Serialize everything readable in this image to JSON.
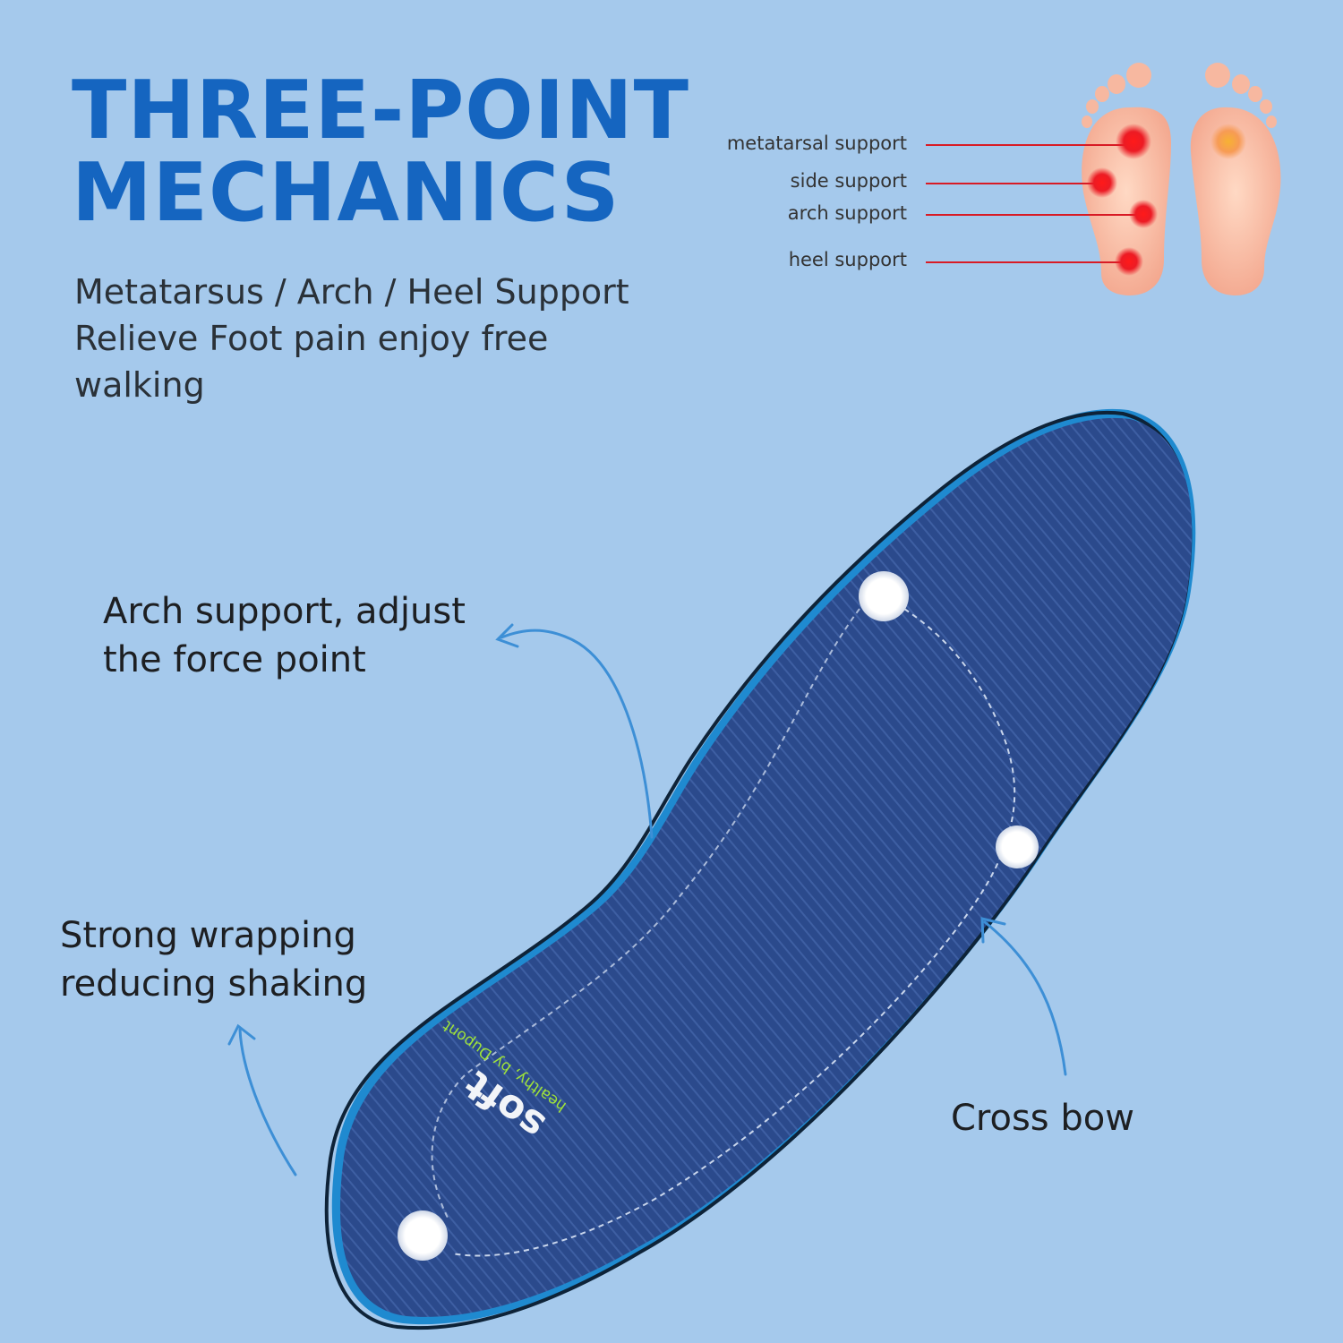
{
  "heading": {
    "line1": "THREE-POINT",
    "line2": "MECHANICS"
  },
  "subheading": {
    "line1": "Metatarsus / Arch / Heel Support",
    "line2": "Relieve Foot pain enjoy free",
    "line3": "walking"
  },
  "foot_diagram": {
    "labels": [
      "metatarsal support",
      "side support",
      "arch support",
      "heel support"
    ],
    "point_color": "#e8101c",
    "line_color": "#d81b25"
  },
  "callouts": {
    "arch": {
      "line1": "Arch support, adjust",
      "line2": "the force point"
    },
    "wrap": {
      "line1": "Strong wrapping",
      "line2": "reducing shaking"
    },
    "bow": {
      "line1": "Cross bow"
    }
  },
  "insole": {
    "brand": "soft",
    "tagline": "healthy, by Dupont",
    "color": "#2a4688",
    "edge_color": "#2f8fd0"
  },
  "colors": {
    "background": "#a5c9ec",
    "heading": "#1565c0",
    "arrow": "#3d8fd6"
  }
}
